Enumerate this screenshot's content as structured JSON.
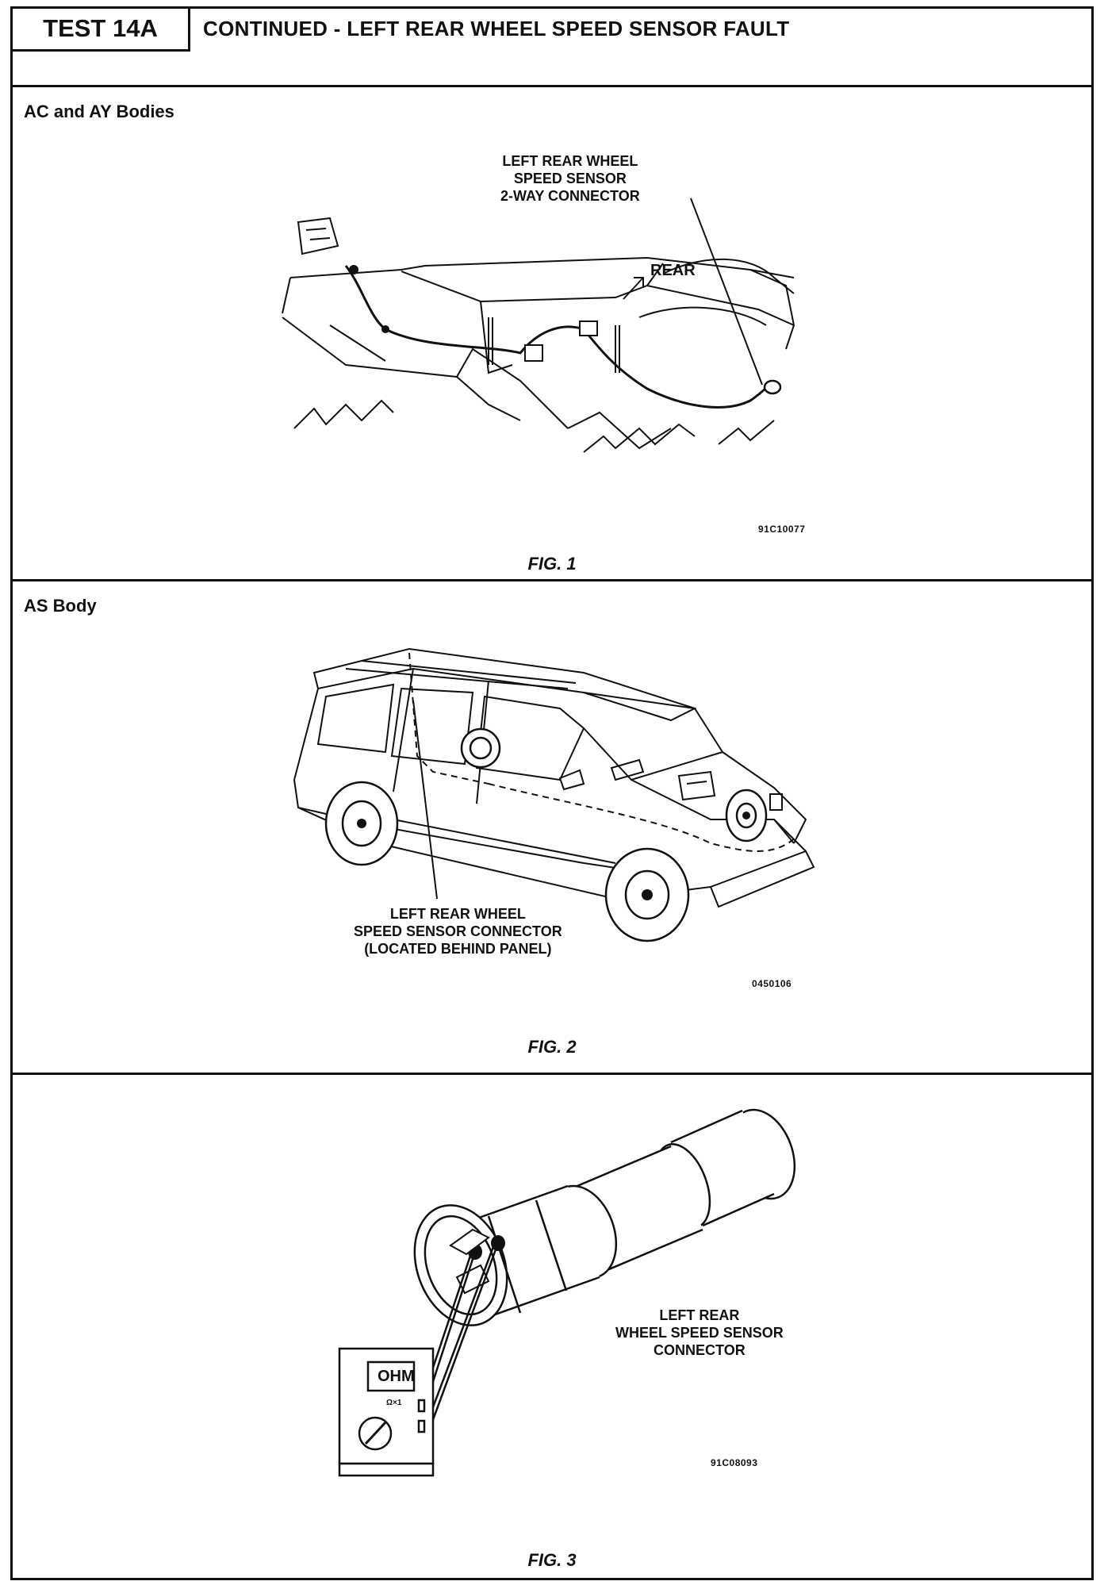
{
  "header": {
    "test_id": "TEST 14A",
    "title": "CONTINUED - LEFT REAR WHEEL SPEED SENSOR FAULT"
  },
  "figures": [
    {
      "label": "AC and AY Bodies",
      "callout": "LEFT REAR WHEEL\nSPEED SENSOR\n2-WAY CONNECTOR",
      "direction_label": "REAR",
      "code": "91C10077",
      "caption": "FIG. 1"
    },
    {
      "label": "AS Body",
      "callout": "LEFT REAR WHEEL\nSPEED SENSOR CONNECTOR\n(LOCATED BEHIND PANEL)",
      "code": "0450106",
      "caption": "FIG. 2"
    },
    {
      "callout": "LEFT REAR\nWHEEL SPEED SENSOR\nCONNECTOR",
      "meter_display": "OHM",
      "meter_range": "Ω×1",
      "code": "91C08093",
      "caption": "FIG. 3"
    }
  ]
}
